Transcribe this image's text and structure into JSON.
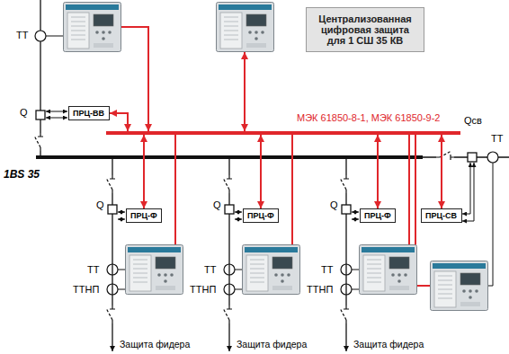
{
  "diagram": {
    "nodes": [
      {
        "text": [
          "Централизованная цифровая защита для 1 СШ 35 КВ"
        ]
      },
      {
        "text": [
          "ПРЦ-ВВ"
        ]
      },
      {
        "text": [
          "МЭК 61850-8-1, МЭК 61850-9-2"
        ]
      },
      {
        "text": [
          "ПРЦ-Ф"
        ]
      },
      {
        "text": [
          "ПРЦ-Ф"
        ]
      },
      {
        "text": [
          "ПРЦ-Ф"
        ]
      },
      {
        "text": [
          "ПРЦ-СВ"
        ]
      }
    ],
    "edges": [
      {
        "from": 1,
        "to": 2,
        "arrow": "both"
      },
      {
        "from": 3,
        "to": 2,
        "arrow": "both"
      },
      {
        "from": 4,
        "to": 2,
        "arrow": "both"
      },
      {
        "from": 5,
        "to": 2,
        "arrow": "both"
      },
      {
        "from": 6,
        "to": 2,
        "arrow": "both"
      }
    ],
    "labels": [
      "ТТ",
      "Q",
      "Qсв",
      "ТТ",
      "1BS 35",
      "Q",
      "Q",
      "Q",
      "ТТ",
      "ТТНП",
      "ТТ",
      "ТТНП",
      "ТТ",
      "ТТНП",
      "Защита фидера",
      "Защита фидера",
      "Защита фидера"
    ]
  }
}
